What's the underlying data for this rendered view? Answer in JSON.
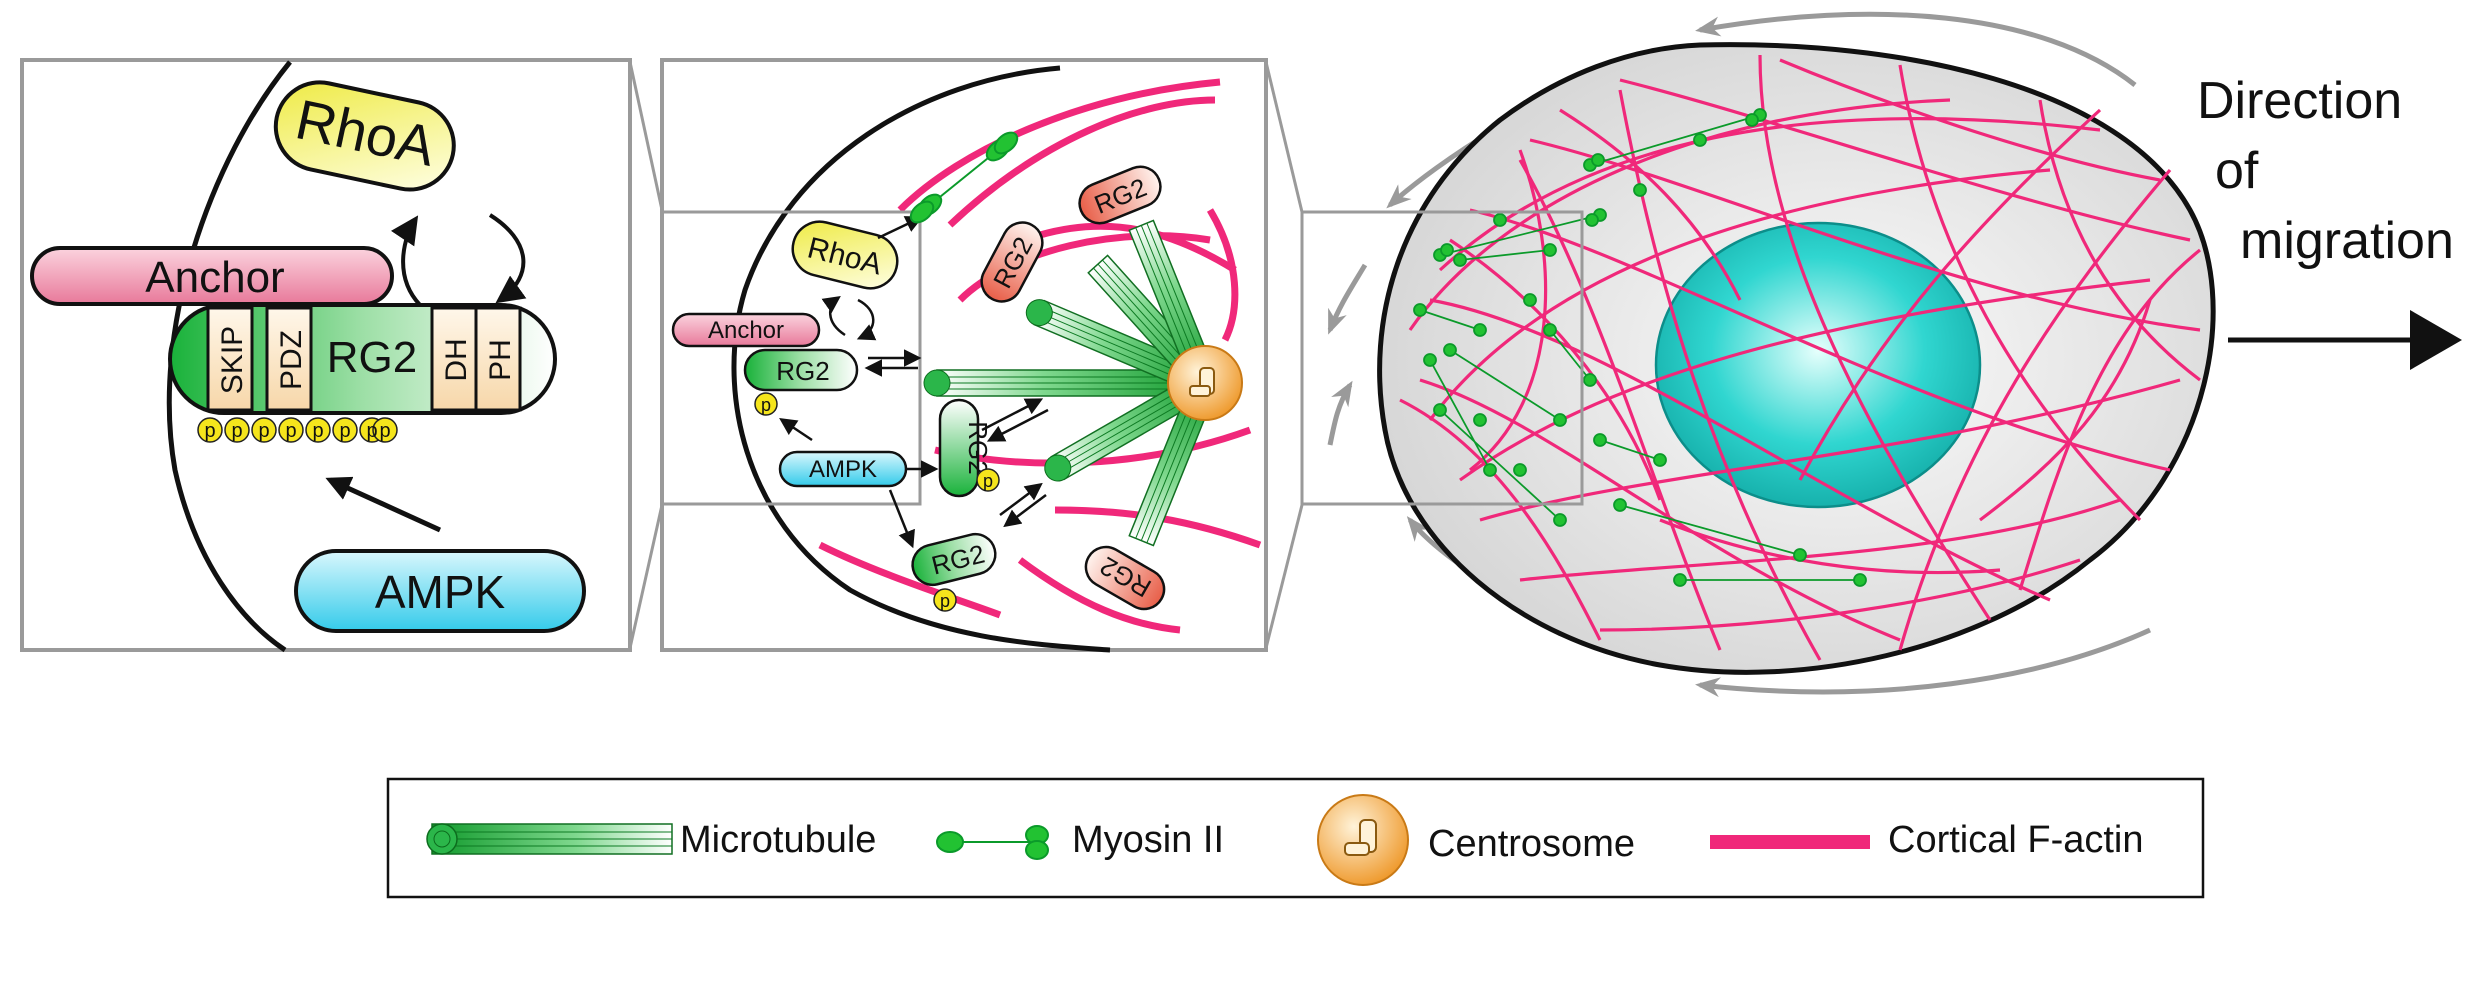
{
  "panel_left": {
    "rhoa": "RhoA",
    "anchor": "Anchor",
    "rg2": "RG2",
    "domains": [
      "SKIP",
      "PDZ",
      "DH",
      "PH"
    ],
    "phospho": [
      "p",
      "p",
      "p",
      "p",
      "p",
      "p",
      "p",
      "p"
    ],
    "ampk": "AMPK"
  },
  "panel_mid": {
    "rhoa": "RhoA",
    "anchor": "Anchor",
    "rg2_membrane": "RG2",
    "ampk": "AMPK",
    "rg2_labels": [
      "RG2",
      "RG2",
      "RG2",
      "RG2",
      "RG2"
    ],
    "p_labels": [
      "p",
      "p",
      "p"
    ]
  },
  "panel_right": {
    "direction_line1": "Direction",
    "direction_line2": "of",
    "direction_line3": "migration"
  },
  "legend": {
    "microtubule": "Microtubule",
    "myosin": "Myosin II",
    "centrosome": "Centrosome",
    "actin": "Cortical F-actin"
  },
  "colors": {
    "actin": "#f0287a",
    "myosin": "#22c232",
    "ampk": "#36d2ee",
    "rhoa": "#f2ee6a",
    "anchor": "#ee7a9c",
    "rg2": "#2bb64a",
    "centrosome": "#f0a33a",
    "nucleus": "#19c6c0"
  }
}
